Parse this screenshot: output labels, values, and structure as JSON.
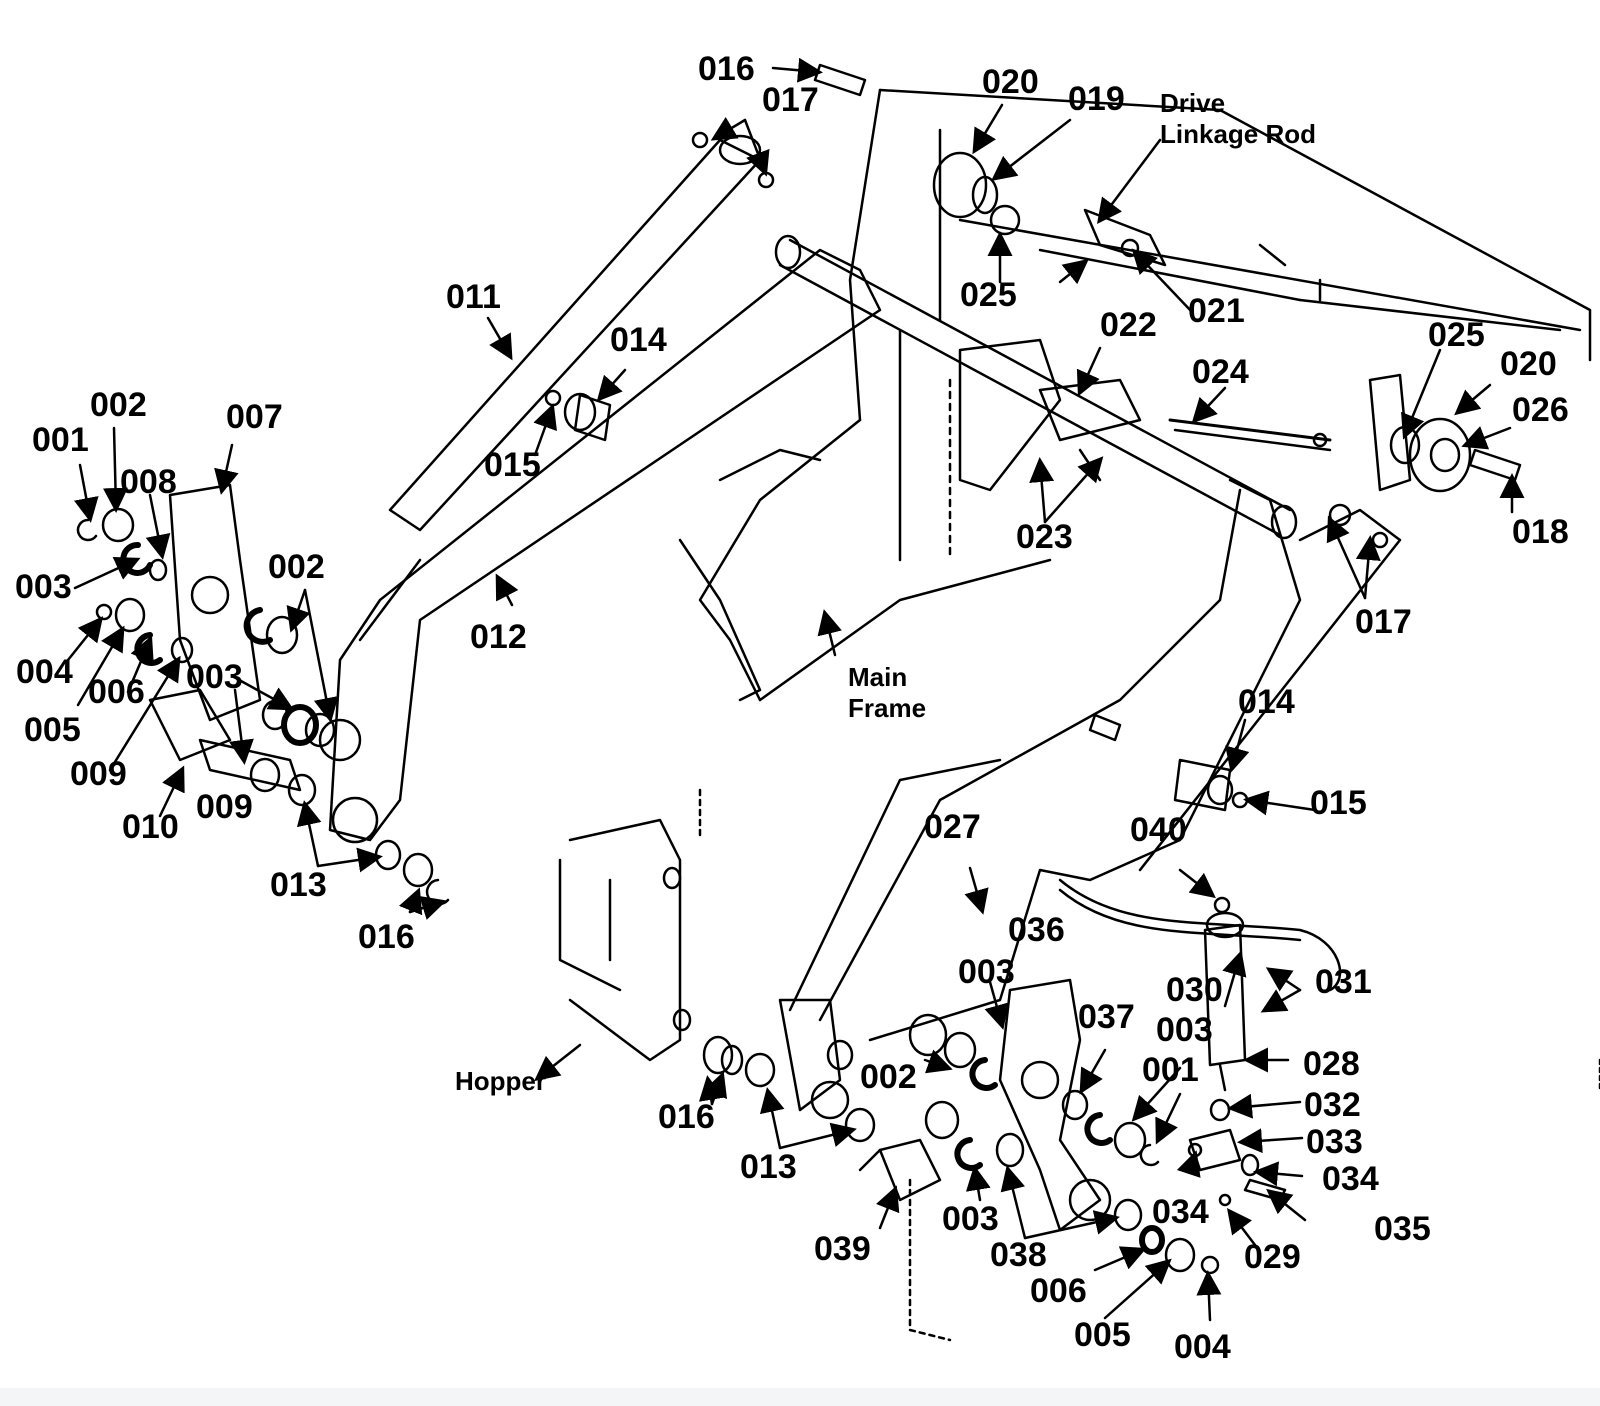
{
  "figure": {
    "labels": {
      "p001a": "001",
      "p002a": "002",
      "p007": "007",
      "p008": "008",
      "p003a": "003",
      "p004a": "004",
      "p005a": "005",
      "p006a": "006",
      "p003b": "003",
      "p002b": "002",
      "p009a": "009",
      "p010": "010",
      "p009b": "009",
      "p013a": "013",
      "p016a": "016",
      "p011": "011",
      "p012": "012",
      "p014a": "014",
      "p015a": "015",
      "p016top": "016",
      "p017a": "017",
      "p020a": "020",
      "p019": "019",
      "p025a": "025",
      "p021": "021",
      "p022": "022",
      "p024": "024",
      "p023": "023",
      "p025b": "025",
      "p020b": "020",
      "p026": "026",
      "p018": "018",
      "p017b": "017",
      "p014b": "014",
      "p015b": "015",
      "p027": "027",
      "p040": "040",
      "p036": "036",
      "p003c": "003",
      "p037": "037",
      "p003d": "003",
      "p001b": "001",
      "p030": "030",
      "p031": "031",
      "p028": "028",
      "p032": "032",
      "p033": "033",
      "p034a": "034",
      "p034b": "034",
      "p035": "035",
      "p029": "029",
      "p016b": "016",
      "p013b": "013",
      "p002c": "002",
      "p003e": "003",
      "p039": "039",
      "p038": "038",
      "p006b": "006",
      "p005b": "005",
      "p004b": "004"
    },
    "captions": {
      "drive_linkage_line1": "Drive",
      "drive_linkage_line2": "Linkage Rod",
      "main_frame_line1": "Main",
      "main_frame_line2": "Frame",
      "hopper": "Hopper"
    }
  }
}
